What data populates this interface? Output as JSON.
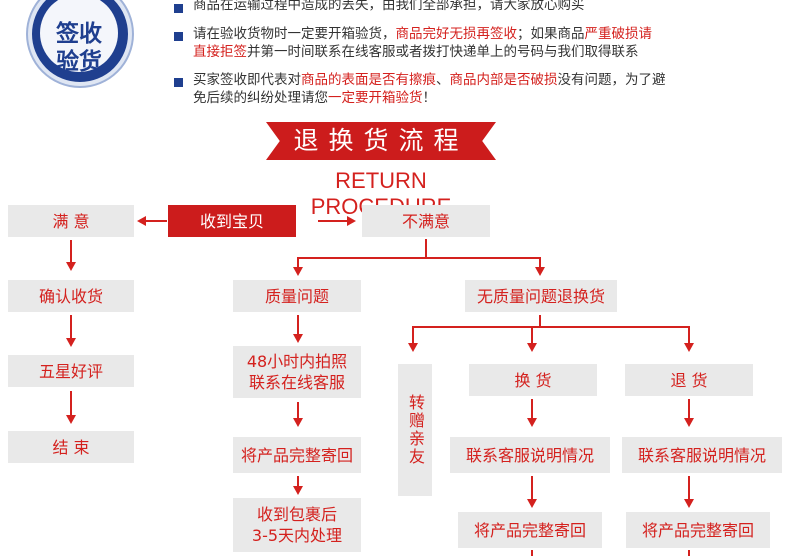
{
  "badge": {
    "line1": "签收",
    "line2": "验货"
  },
  "notes": {
    "n1": "商品在运输过程中造成的丢失，由我们全部承担，请大家放心购买",
    "n2a": "请在验收货物时一定要开箱验货，",
    "n2b": "商品完好无损再签收",
    "n2c": "；如果商品",
    "n2d": "严重破损请",
    "n2e": "直接拒签",
    "n2f": "并第一时间联系在线客服或者拨打快递单上的号码与我们取得联系",
    "n3a": "买家签收即代表对",
    "n3b": "商品的表面是否有擦痕",
    "n3c": "、",
    "n3d": "商品内部是否破损",
    "n3e": "没有问题，为了避",
    "n3f": "免后续的纠纷处理请您",
    "n3g": "一定要开箱验货",
    "n3h": "！"
  },
  "title": {
    "cn": "退换货流程",
    "en": "RETURN PROCEDURE"
  },
  "flow": {
    "received": "收到宝贝",
    "satisfied": "满 意",
    "confirm": "确认收货",
    "five_star": "五星好评",
    "end": "结 束",
    "unsatisfied": "不满意",
    "quality": "质量问题",
    "photo1": "48小时内拍照",
    "photo2": "联系在线客服",
    "send_back_q": "将产品完整寄回",
    "process1": "收到包裹后",
    "process2": "3-5天内处理",
    "no_quality": "无质量问题退换货",
    "gift": "转赠亲友",
    "exchange": "换 货",
    "refund": "退 货",
    "contact_ex": "联系客服说明情况",
    "contact_rf": "联系客服说明情况",
    "send_back_ex": "将产品完整寄回",
    "send_back_rf": "将产品完整寄回"
  },
  "colors": {
    "accent": "#d4211e",
    "badge_blue": "#1f3f8f",
    "box_gray": "#e9e9e9"
  }
}
